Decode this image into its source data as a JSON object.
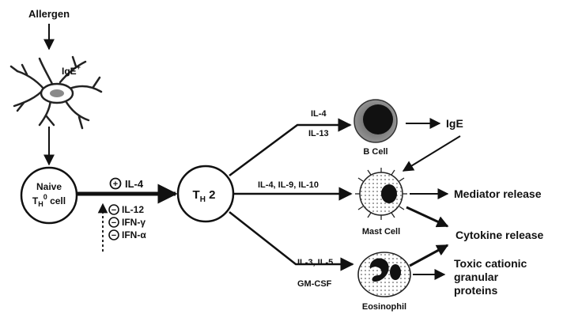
{
  "allergen": "Allergen",
  "dendritic": {
    "ige_label": "IgE",
    "ige_sup": "+"
  },
  "naive": {
    "line1": "Naive",
    "line2_main": "T",
    "line2_sub": "H",
    "line2_sup": "0",
    "line2_tail": " cell"
  },
  "th2": {
    "main": "T",
    "sub": "H",
    "tail": " 2"
  },
  "il4_plus": {
    "symbol": "+",
    "label": "IL-4"
  },
  "inhibitors": [
    {
      "symbol": "−",
      "label": "IL-12"
    },
    {
      "symbol": "−",
      "label": "IFN-γ"
    },
    {
      "symbol": "−",
      "label": "IFN-α"
    }
  ],
  "upper_branch": {
    "line1": "IL-4",
    "line2": "IL-13"
  },
  "middle_branch": {
    "label": "IL-4,  IL-9, IL-10"
  },
  "lower_branch": {
    "line1": "IL-3, IL-5",
    "line2": "GM-CSF"
  },
  "cells": {
    "b_cell": "B Cell",
    "mast_cell": "Mast Cell",
    "eosinophil": "Eosinophil"
  },
  "outputs": {
    "ige": "IgE",
    "mediator": "Mediator release",
    "cytokine": "Cytokine release",
    "toxic": [
      "Toxic cationic",
      "granular",
      "proteins"
    ]
  }
}
